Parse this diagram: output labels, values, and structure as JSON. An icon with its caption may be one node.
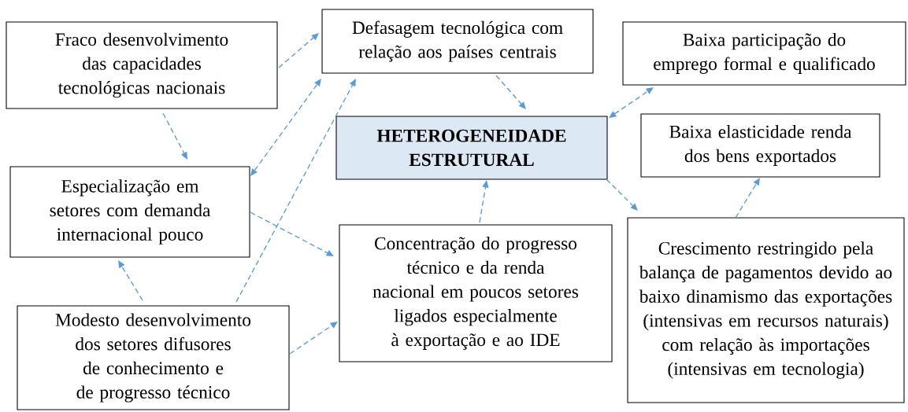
{
  "diagram": {
    "nodes": [
      {
        "text": [
          "Fraco desenvolvimento das capacidades tecnológicas nacionais"
        ]
      },
      {
        "text": [
          "Defasagem tecnológica com relação aos países centrais"
        ]
      },
      {
        "text": [
          "Baixa participação do emprego formal e qualificado"
        ]
      },
      {
        "text": [
          "HETEROGENEIDADE ESTRUTURAL"
        ]
      },
      {
        "text": [
          "Baixa elasticidade renda dos bens exportados"
        ]
      },
      {
        "text": [
          "Especialização em setores com demanda internacional pouco"
        ]
      },
      {
        "text": [
          "Concentração do progresso técnico e da renda nacional em poucos setores ligados especialmente à exportação e ao IDE"
        ]
      },
      {
        "text": [
          "Crescimento restringido pela balança de pagamentos devido ao baixo dinamismo das exportações (intensivas em recursos naturais) com relação às importações (intensivas em tecnologia)"
        ]
      },
      {
        "text": [
          "Modesto desenvolvimento dos setores difusores de conhecimento e de progresso técnico"
        ]
      }
    ],
    "edges": [
      {
        "from": 0,
        "to": 1,
        "arrow": "to"
      },
      {
        "from": 0,
        "to": 5,
        "arrow": "to"
      },
      {
        "from": 5,
        "to": 1,
        "arrow": "both"
      },
      {
        "from": 8,
        "to": 1,
        "arrow": "to"
      },
      {
        "from": 1,
        "to": 3,
        "arrow": "to"
      },
      {
        "from": 3,
        "to": 2,
        "arrow": "both"
      },
      {
        "from": 3,
        "to": 7,
        "arrow": "to"
      },
      {
        "from": 7,
        "to": 4,
        "arrow": "to"
      },
      {
        "from": 6,
        "to": 3,
        "arrow": "to"
      },
      {
        "from": 5,
        "to": 6,
        "arrow": "to"
      },
      {
        "from": 8,
        "to": 5,
        "arrow": "to"
      },
      {
        "from": 8,
        "to": 6,
        "arrow": "to"
      }
    ]
  }
}
